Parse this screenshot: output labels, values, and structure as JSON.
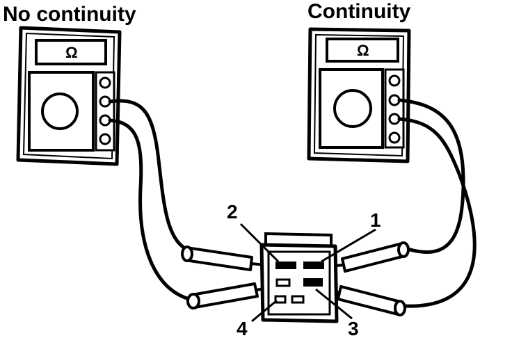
{
  "labels": {
    "no_continuity": "No continuity",
    "continuity": "Continuity"
  },
  "meters": {
    "left": {
      "display_symbol": "Ω"
    },
    "right": {
      "display_symbol": "Ω"
    }
  },
  "terminals": {
    "pin1": "1",
    "pin2": "2",
    "pin3": "3",
    "pin4": "4"
  },
  "colors": {
    "ink": "#000000",
    "paper": "#ffffff"
  }
}
